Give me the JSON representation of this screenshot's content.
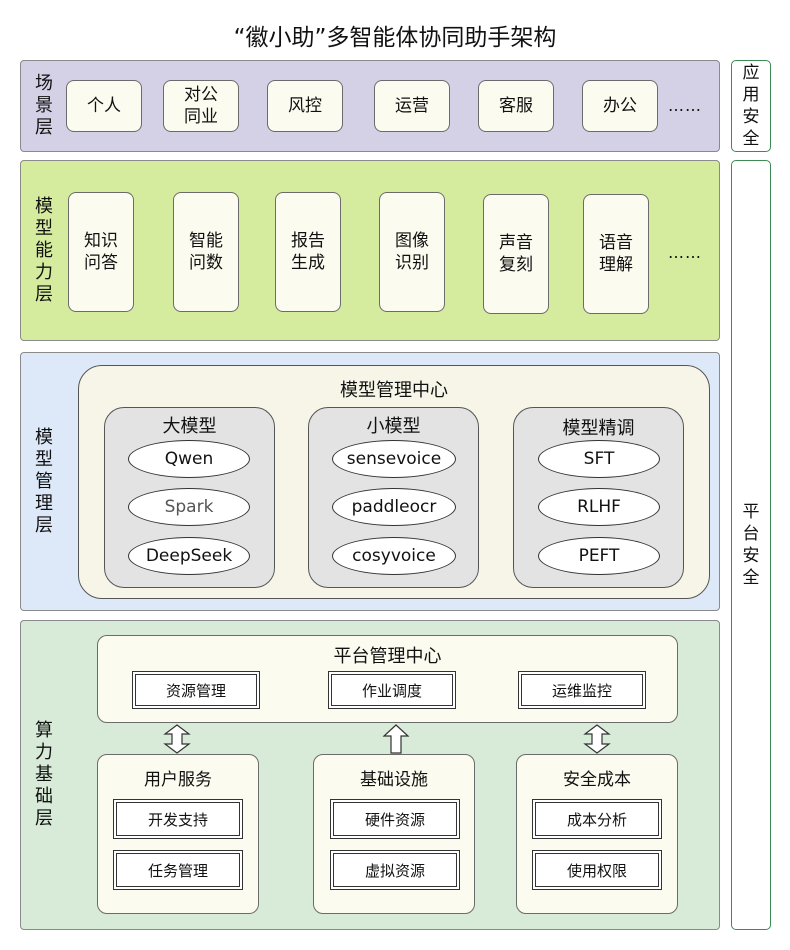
{
  "title": "“徽小助”多智能体协同助手架构",
  "side": {
    "app_security": [
      "应",
      "用",
      "安",
      "全"
    ],
    "platform_security": [
      "平",
      "台",
      "安",
      "全"
    ]
  },
  "scene_layer": {
    "label": [
      "场",
      "景",
      "层"
    ],
    "items": [
      [
        "个人"
      ],
      [
        "对公",
        "同业"
      ],
      [
        "风控"
      ],
      [
        "运营"
      ],
      [
        "客服"
      ],
      [
        "办公"
      ]
    ],
    "more": "……"
  },
  "capability_layer": {
    "label": [
      "模",
      "型",
      "能",
      "力",
      "层"
    ],
    "items": [
      [
        "知识",
        "问答"
      ],
      [
        "智能",
        "问数"
      ],
      [
        "报告",
        "生成"
      ],
      [
        "图像",
        "识别"
      ],
      [
        "声音",
        "复刻"
      ],
      [
        "语音",
        "理解"
      ]
    ],
    "more": "……"
  },
  "model_mgmt_layer": {
    "label": [
      "模",
      "型",
      "管",
      "理",
      "层"
    ],
    "center_title": "模型管理中心",
    "groups": [
      {
        "title": "大模型",
        "items": [
          "Qwen",
          "Spark",
          "DeepSeek"
        ]
      },
      {
        "title": "小模型",
        "items": [
          "sensevoice",
          "paddleocr",
          "cosyvoice"
        ]
      },
      {
        "title": "模型精调",
        "items": [
          "SFT",
          "RLHF",
          "PEFT"
        ]
      }
    ]
  },
  "compute_layer": {
    "label": [
      "算",
      "力",
      "基",
      "础",
      "层"
    ],
    "platform_center": {
      "title": "平台管理中心",
      "items": [
        "资源管理",
        "作业调度",
        "运维监控"
      ]
    },
    "groups": [
      {
        "title": "用户服务",
        "items": [
          "开发支持",
          "任务管理"
        ]
      },
      {
        "title": "基础设施",
        "items": [
          "硬件资源",
          "虚拟资源"
        ]
      },
      {
        "title": "安全成本",
        "items": [
          "成本分析",
          "使用权限"
        ]
      }
    ]
  },
  "colors": {
    "scene_bg": "#d4d0e5",
    "capability_bg": "#d5ec9e",
    "model_bg": "#dde9f9",
    "compute_bg": "#d8ead8",
    "sidebar_border": "#3d8a55"
  }
}
